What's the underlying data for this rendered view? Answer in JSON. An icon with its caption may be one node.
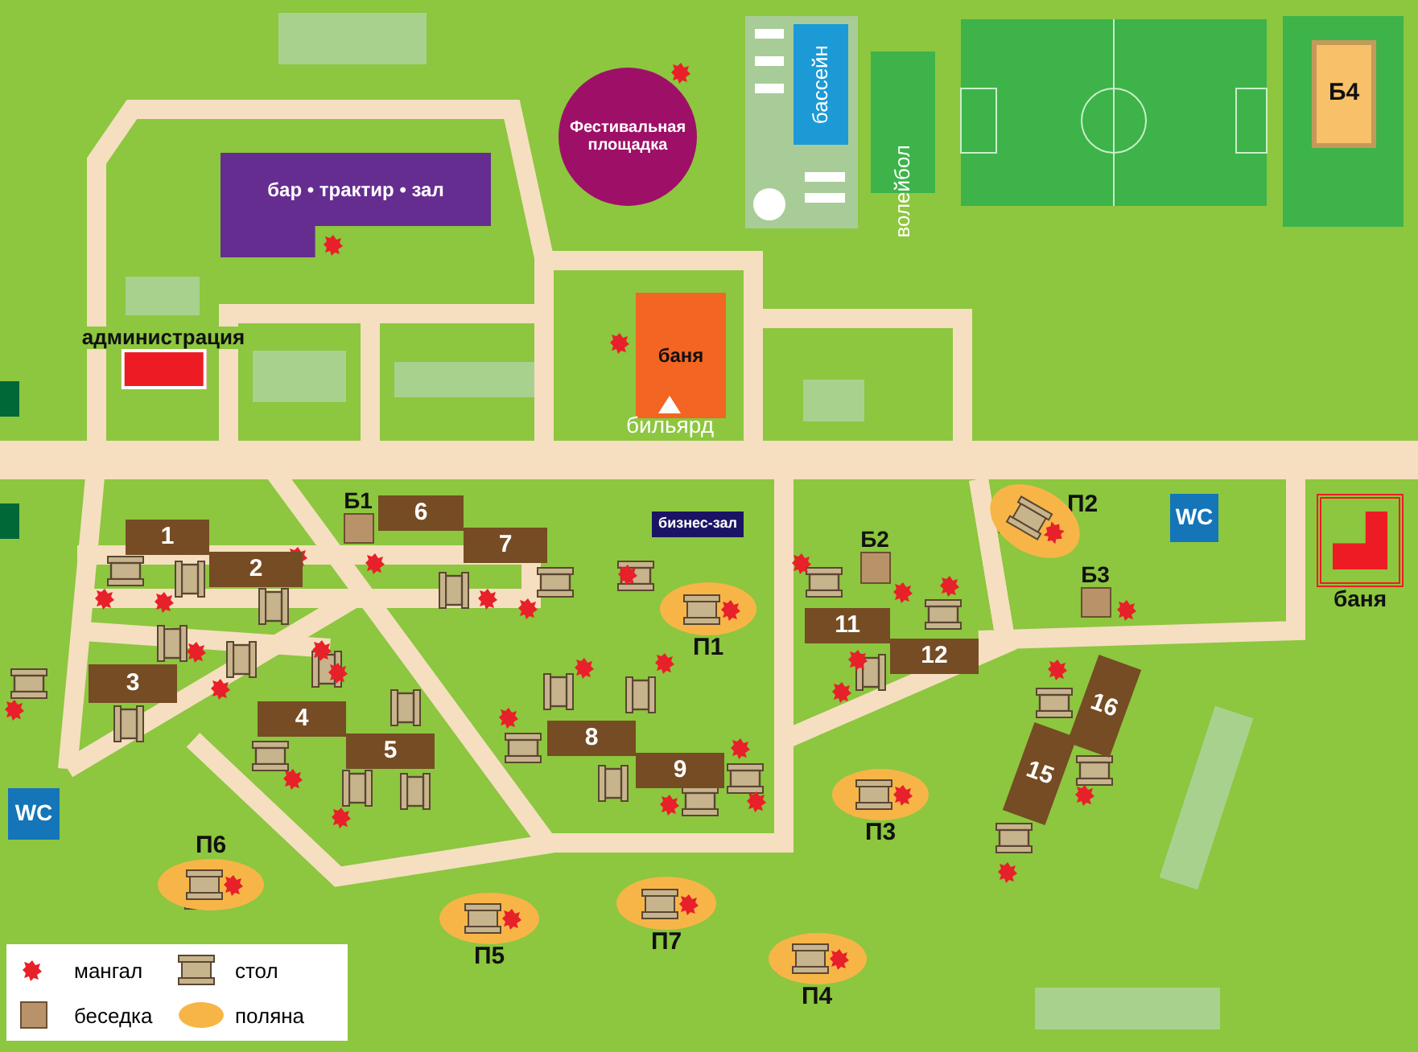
{
  "diagram": {
    "nodes": [
      {
        "text": [
          "бар • трактир • зал"
        ]
      },
      {
        "text": [
          "Фестивальная площадка"
        ]
      },
      {
        "text": [
          "бассейн"
        ]
      },
      {
        "text": [
          "волейбол"
        ]
      },
      {
        "text": [
          "Б4"
        ]
      },
      {
        "text": [
          "администрация"
        ]
      },
      {
        "text": [
          "баня"
        ],
        "beside": [
          "бильярд"
        ]
      },
      {
        "text": [
          "Б1"
        ]
      },
      {
        "text": [
          "6"
        ]
      },
      {
        "text": [
          "7"
        ]
      },
      {
        "text": [
          "бизнес-зал"
        ]
      },
      {
        "text": [
          "1"
        ]
      },
      {
        "text": [
          "2"
        ]
      },
      {
        "text": [
          "П2"
        ]
      },
      {
        "text": [
          "WC"
        ]
      },
      {
        "text": [
          "Б2"
        ]
      },
      {
        "text": [
          "Б3"
        ]
      },
      {
        "text": [
          "баня"
        ]
      },
      {
        "text": [
          "П1"
        ]
      },
      {
        "text": [
          "11"
        ]
      },
      {
        "text": [
          "12"
        ]
      },
      {
        "text": [
          "3"
        ]
      },
      {
        "text": [
          "4"
        ]
      },
      {
        "text": [
          "5"
        ]
      },
      {
        "text": [
          "8"
        ]
      },
      {
        "text": [
          "9"
        ]
      },
      {
        "text": [
          "16"
        ]
      },
      {
        "text": [
          "15"
        ]
      },
      {
        "text": [
          "WC"
        ]
      },
      {
        "text": [
          "П3"
        ]
      },
      {
        "text": [
          "П6"
        ]
      },
      {
        "text": [
          "П7"
        ]
      },
      {
        "text": [
          "П5"
        ]
      },
      {
        "text": [
          "П4"
        ]
      },
      {
        "text": [],
        "shape": "bar"
      }
    ],
    "legend": [
      {
        "text": "мангал"
      },
      {
        "text": "стол"
      },
      {
        "text": "беседка",
        "color": "#b8936a"
      },
      {
        "text": "поляна",
        "color": "#f7b548"
      }
    ]
  }
}
